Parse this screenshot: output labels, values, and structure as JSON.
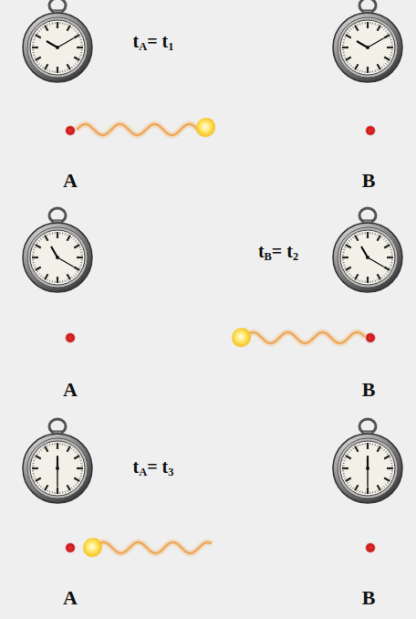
{
  "diagram": {
    "labels": [
      "tA= t1",
      "A",
      "B",
      "tB= t2",
      "A",
      "B",
      "tA= t3",
      "A",
      "B"
    ]
  }
}
